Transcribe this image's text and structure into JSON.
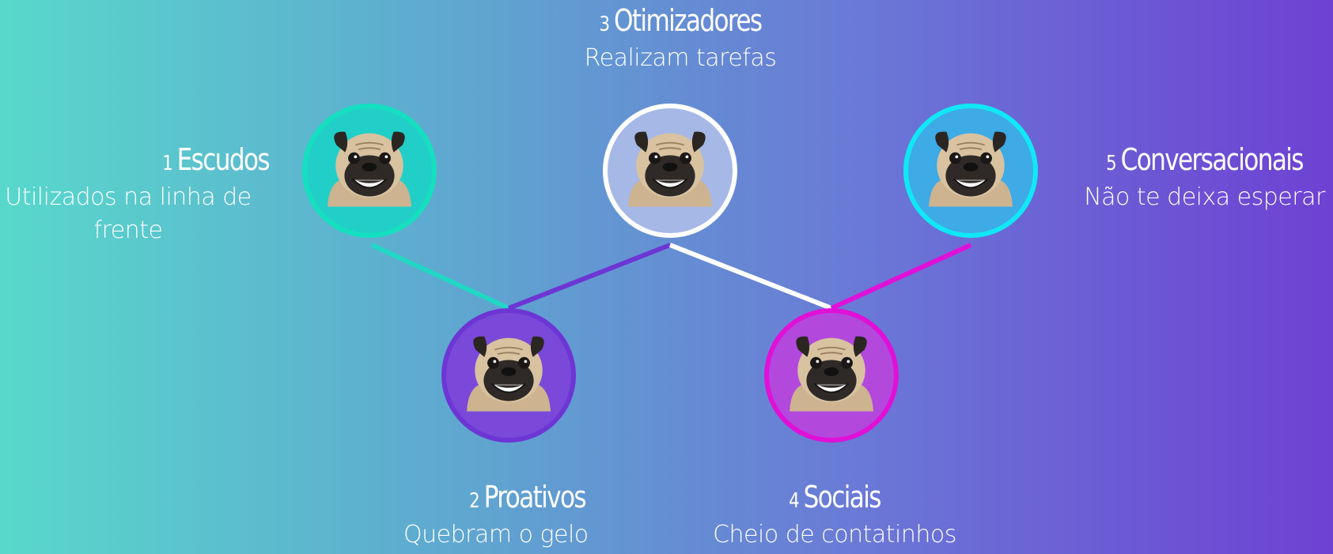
{
  "nodes": [
    {
      "number": "1",
      "title": "Escudos",
      "description": "Utilizados na linha de frente",
      "border": "#14e0c0",
      "fill": "#22cfc8",
      "icon": "pug-dog-icon"
    },
    {
      "number": "2",
      "title": "Proativos",
      "description": "Quebram o gelo",
      "border": "#6d36d4",
      "fill": "#7b49d9",
      "icon": "pug-dog-icon"
    },
    {
      "number": "3",
      "title": "Otimizadores",
      "description": "Realizam tarefas",
      "border": "#ffffff",
      "fill": "#a6b8e6",
      "icon": "pug-dog-icon"
    },
    {
      "number": "4",
      "title": "Sociais",
      "description": "Cheio de contatinhos",
      "border": "#e010d8",
      "fill": "#b348dc",
      "icon": "pug-dog-icon"
    },
    {
      "number": "5",
      "title": "Conversacionais",
      "description": "Não te deixa esperar",
      "border": "#10e8f6",
      "fill": "#3eaae6",
      "icon": "pug-dog-icon"
    }
  ],
  "connectors": [
    {
      "from": "1",
      "to": "2",
      "color": "#20d8c4"
    },
    {
      "from": "3",
      "to": "2",
      "color": "#6d36d4"
    },
    {
      "from": "3",
      "to": "4",
      "color": "#ffffff"
    },
    {
      "from": "5",
      "to": "4",
      "color": "#e010d8"
    }
  ]
}
